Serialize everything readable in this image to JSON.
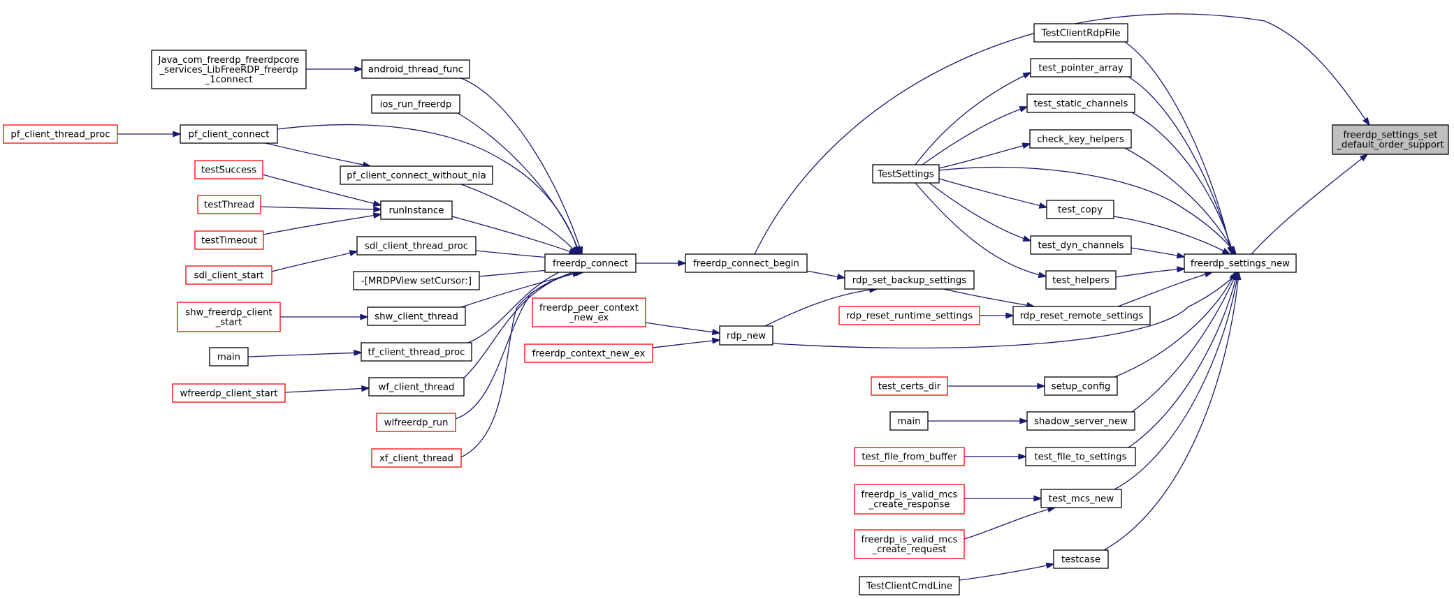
{
  "colors": {
    "edge": "#191970",
    "node_border_normal": "#000000",
    "node_border_truncated": "#ff0000",
    "node_fill": "#ffffff",
    "root_fill": "#bfbfbf",
    "root_border": "#000000",
    "background": "#ffffff"
  },
  "nodes": [
    {
      "id": "root",
      "lines": [
        "freerdp_settings_set",
        "_default_order_support"
      ],
      "kind": "root"
    },
    {
      "id": "fsn",
      "lines": [
        "freerdp_settings_new"
      ],
      "kind": "normal"
    },
    {
      "id": "tcrdp",
      "lines": [
        "TestClientRdpFile"
      ],
      "kind": "normal"
    },
    {
      "id": "tpa",
      "lines": [
        "test_pointer_array"
      ],
      "kind": "normal"
    },
    {
      "id": "tsc",
      "lines": [
        "test_static_channels"
      ],
      "kind": "normal"
    },
    {
      "id": "ckh",
      "lines": [
        "check_key_helpers"
      ],
      "kind": "normal"
    },
    {
      "id": "ts",
      "lines": [
        "TestSettings"
      ],
      "kind": "normal"
    },
    {
      "id": "tcopy",
      "lines": [
        "test_copy"
      ],
      "kind": "normal"
    },
    {
      "id": "tdc",
      "lines": [
        "test_dyn_channels"
      ],
      "kind": "normal"
    },
    {
      "id": "th",
      "lines": [
        "test_helpers"
      ],
      "kind": "normal"
    },
    {
      "id": "rrrs",
      "lines": [
        "rdp_reset_remote_settings"
      ],
      "kind": "normal"
    },
    {
      "id": "rrts",
      "lines": [
        "rdp_reset_runtime_settings"
      ],
      "kind": "truncated"
    },
    {
      "id": "rsbs",
      "lines": [
        "rdp_set_backup_settings"
      ],
      "kind": "normal"
    },
    {
      "id": "fcb",
      "lines": [
        "freerdp_connect_begin"
      ],
      "kind": "normal"
    },
    {
      "id": "fc",
      "lines": [
        "freerdp_connect"
      ],
      "kind": "normal"
    },
    {
      "id": "rdpnew",
      "lines": [
        "rdp_new"
      ],
      "kind": "normal"
    },
    {
      "id": "fpcne",
      "lines": [
        "freerdp_peer_context",
        "_new_ex"
      ],
      "kind": "truncated"
    },
    {
      "id": "fcne",
      "lines": [
        "freerdp_context_new_ex"
      ],
      "kind": "truncated"
    },
    {
      "id": "sc",
      "lines": [
        "setup_config"
      ],
      "kind": "normal"
    },
    {
      "id": "tcd",
      "lines": [
        "test_certs_dir"
      ],
      "kind": "truncated"
    },
    {
      "id": "ssn",
      "lines": [
        "shadow_server_new"
      ],
      "kind": "normal"
    },
    {
      "id": "main2",
      "lines": [
        "main"
      ],
      "kind": "normal"
    },
    {
      "id": "tfts",
      "lines": [
        "test_file_to_settings"
      ],
      "kind": "normal"
    },
    {
      "id": "tffb",
      "lines": [
        "test_file_from_buffer"
      ],
      "kind": "truncated"
    },
    {
      "id": "tmn",
      "lines": [
        "test_mcs_new"
      ],
      "kind": "normal"
    },
    {
      "id": "fivmcres",
      "lines": [
        "freerdp_is_valid_mcs",
        "_create_response"
      ],
      "kind": "truncated"
    },
    {
      "id": "fivmcreq",
      "lines": [
        "freerdp_is_valid_mcs",
        "_create_request"
      ],
      "kind": "truncated"
    },
    {
      "id": "tc",
      "lines": [
        "testcase"
      ],
      "kind": "normal"
    },
    {
      "id": "tccl",
      "lines": [
        "TestClientCmdLine"
      ],
      "kind": "normal"
    },
    {
      "id": "atf",
      "lines": [
        "android_thread_func"
      ],
      "kind": "normal"
    },
    {
      "id": "java",
      "lines": [
        "Java_com_freerdp_freerdpcore",
        "_services_LibFreeRDP_freerdp",
        "_1connect"
      ],
      "kind": "normal"
    },
    {
      "id": "irf",
      "lines": [
        "ios_run_freerdp"
      ],
      "kind": "normal"
    },
    {
      "id": "pfcc",
      "lines": [
        "pf_client_connect"
      ],
      "kind": "normal"
    },
    {
      "id": "pfctp",
      "lines": [
        "pf_client_thread_proc"
      ],
      "kind": "truncated"
    },
    {
      "id": "pfccwn",
      "lines": [
        "pf_client_connect_without_nla"
      ],
      "kind": "normal"
    },
    {
      "id": "ri",
      "lines": [
        "runInstance"
      ],
      "kind": "normal"
    },
    {
      "id": "tsucc",
      "lines": [
        "testSuccess"
      ],
      "kind": "truncated"
    },
    {
      "id": "tthr",
      "lines": [
        "testThread"
      ],
      "kind": "truncated"
    },
    {
      "id": "ttime",
      "lines": [
        "testTimeout"
      ],
      "kind": "truncated"
    },
    {
      "id": "sdlctp",
      "lines": [
        "sdl_client_thread_proc"
      ],
      "kind": "normal"
    },
    {
      "id": "sdlcs",
      "lines": [
        "sdl_client_start"
      ],
      "kind": "truncated"
    },
    {
      "id": "mrdp",
      "lines": [
        "-[MRDPView setCursor:]"
      ],
      "kind": "normal"
    },
    {
      "id": "shwct",
      "lines": [
        "shw_client_thread"
      ],
      "kind": "normal"
    },
    {
      "id": "shwfcs",
      "lines": [
        "shw_freerdp_client",
        "_start"
      ],
      "kind": "truncated"
    },
    {
      "id": "tfctp",
      "lines": [
        "tf_client_thread_proc"
      ],
      "kind": "normal"
    },
    {
      "id": "main1",
      "lines": [
        "main"
      ],
      "kind": "normal"
    },
    {
      "id": "wfct",
      "lines": [
        "wf_client_thread"
      ],
      "kind": "normal"
    },
    {
      "id": "wfcs",
      "lines": [
        "wfreerdp_client_start"
      ],
      "kind": "truncated"
    },
    {
      "id": "wlr",
      "lines": [
        "wlfreerdp_run"
      ],
      "kind": "truncated"
    },
    {
      "id": "xfct",
      "lines": [
        "xf_client_thread"
      ],
      "kind": "truncated"
    }
  ],
  "edges": [
    {
      "from": "fsn",
      "to": "root"
    },
    {
      "from": "fcb",
      "to": "root"
    },
    {
      "from": "tcrdp",
      "to": "fsn"
    },
    {
      "from": "tpa",
      "to": "fsn"
    },
    {
      "from": "tsc",
      "to": "fsn"
    },
    {
      "from": "ckh",
      "to": "fsn"
    },
    {
      "from": "ts",
      "to": "fsn"
    },
    {
      "from": "tcopy",
      "to": "fsn"
    },
    {
      "from": "tdc",
      "to": "fsn"
    },
    {
      "from": "th",
      "to": "fsn"
    },
    {
      "from": "rrrs",
      "to": "fsn"
    },
    {
      "from": "rdpnew",
      "to": "fsn"
    },
    {
      "from": "sc",
      "to": "fsn"
    },
    {
      "from": "ssn",
      "to": "fsn"
    },
    {
      "from": "tfts",
      "to": "fsn"
    },
    {
      "from": "tmn",
      "to": "fsn"
    },
    {
      "from": "tc",
      "to": "fsn"
    },
    {
      "from": "ts",
      "to": "tpa"
    },
    {
      "from": "ts",
      "to": "tsc"
    },
    {
      "from": "ts",
      "to": "ckh"
    },
    {
      "from": "ts",
      "to": "tcopy"
    },
    {
      "from": "ts",
      "to": "tdc"
    },
    {
      "from": "ts",
      "to": "th"
    },
    {
      "from": "rrts",
      "to": "rrrs"
    },
    {
      "from": "rsbs",
      "to": "rrrs"
    },
    {
      "from": "fcb",
      "to": "rsbs"
    },
    {
      "from": "rdpnew",
      "to": "rsbs"
    },
    {
      "from": "fc",
      "to": "fcb"
    },
    {
      "from": "fpcne",
      "to": "rdpnew"
    },
    {
      "from": "fcne",
      "to": "rdpnew"
    },
    {
      "from": "tcd",
      "to": "sc"
    },
    {
      "from": "main2",
      "to": "ssn"
    },
    {
      "from": "tffb",
      "to": "tfts"
    },
    {
      "from": "fivmcres",
      "to": "tmn"
    },
    {
      "from": "fivmcreq",
      "to": "tmn"
    },
    {
      "from": "tccl",
      "to": "tc"
    },
    {
      "from": "java",
      "to": "atf"
    },
    {
      "from": "atf",
      "to": "fc"
    },
    {
      "from": "irf",
      "to": "fc"
    },
    {
      "from": "pfctp",
      "to": "pfcc"
    },
    {
      "from": "pfcc",
      "to": "fc"
    },
    {
      "from": "pfcc",
      "to": "pfccwn"
    },
    {
      "from": "pfccwn",
      "to": "fc"
    },
    {
      "from": "tsucc",
      "to": "ri"
    },
    {
      "from": "tthr",
      "to": "ri"
    },
    {
      "from": "ttime",
      "to": "ri"
    },
    {
      "from": "ri",
      "to": "fc"
    },
    {
      "from": "sdlcs",
      "to": "sdlctp"
    },
    {
      "from": "sdlctp",
      "to": "fc"
    },
    {
      "from": "mrdp",
      "to": "fc"
    },
    {
      "from": "shwfcs",
      "to": "shwct"
    },
    {
      "from": "shwct",
      "to": "fc"
    },
    {
      "from": "main1",
      "to": "tfctp"
    },
    {
      "from": "tfctp",
      "to": "fc"
    },
    {
      "from": "wfcs",
      "to": "wfct"
    },
    {
      "from": "wfct",
      "to": "fc"
    },
    {
      "from": "wlr",
      "to": "fc"
    },
    {
      "from": "xfct",
      "to": "fc"
    }
  ]
}
